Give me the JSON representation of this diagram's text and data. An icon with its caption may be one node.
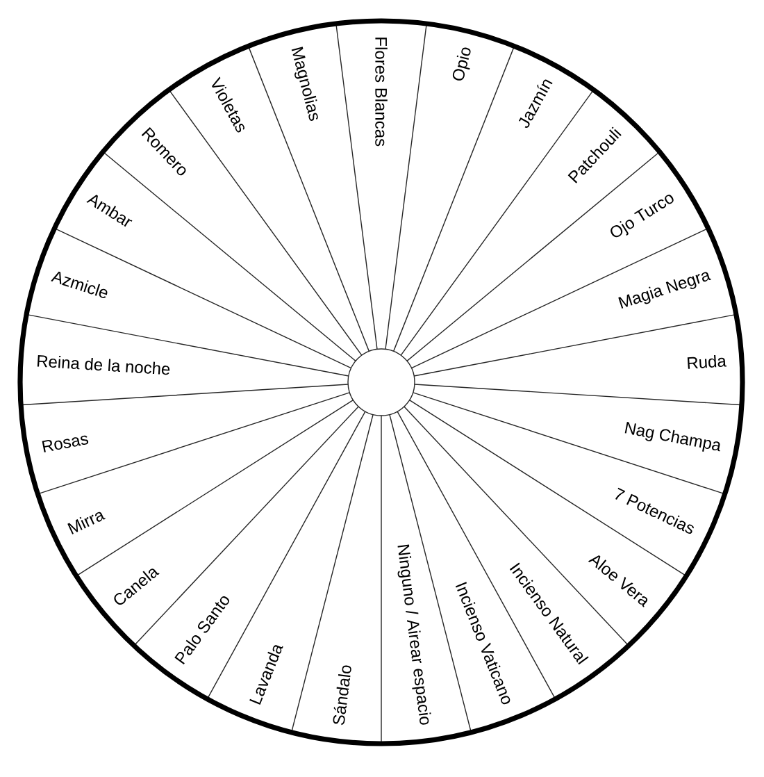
{
  "diagram": {
    "nodes": [
      {
        "text": [
          "Flores Blancas"
        ]
      },
      {
        "text": [
          "Opio"
        ]
      },
      {
        "text": [
          "Jazmín"
        ]
      },
      {
        "text": [
          "Patchouli"
        ]
      },
      {
        "text": [
          "Ojo Turco"
        ]
      },
      {
        "text": [
          "Magia Negra"
        ]
      },
      {
        "text": [
          "Ruda"
        ]
      },
      {
        "text": [
          "Nag Champa"
        ]
      },
      {
        "text": [
          "7 Potencias"
        ]
      },
      {
        "text": [
          "Aloe Vera"
        ]
      },
      {
        "text": [
          "Incienso Natural"
        ]
      },
      {
        "text": [
          "Incienso Vaticano"
        ]
      },
      {
        "text": [
          "Ninguno / Airear espacio"
        ]
      },
      {
        "text": [
          "Sándalo"
        ]
      },
      {
        "text": [
          "Lavanda"
        ]
      },
      {
        "text": [
          "Palo Santo"
        ]
      },
      {
        "text": [
          "Canela"
        ]
      },
      {
        "text": [
          "Mirra"
        ]
      },
      {
        "text": [
          "Rosas"
        ]
      },
      {
        "text": [
          "Reina de la noche"
        ]
      },
      {
        "text": [
          "Azmicle"
        ]
      },
      {
        "text": [
          "Ambar"
        ]
      },
      {
        "text": [
          "Romero"
        ]
      },
      {
        "text": [
          "Violetas"
        ]
      },
      {
        "text": [
          "Magnolias"
        ]
      }
    ]
  }
}
